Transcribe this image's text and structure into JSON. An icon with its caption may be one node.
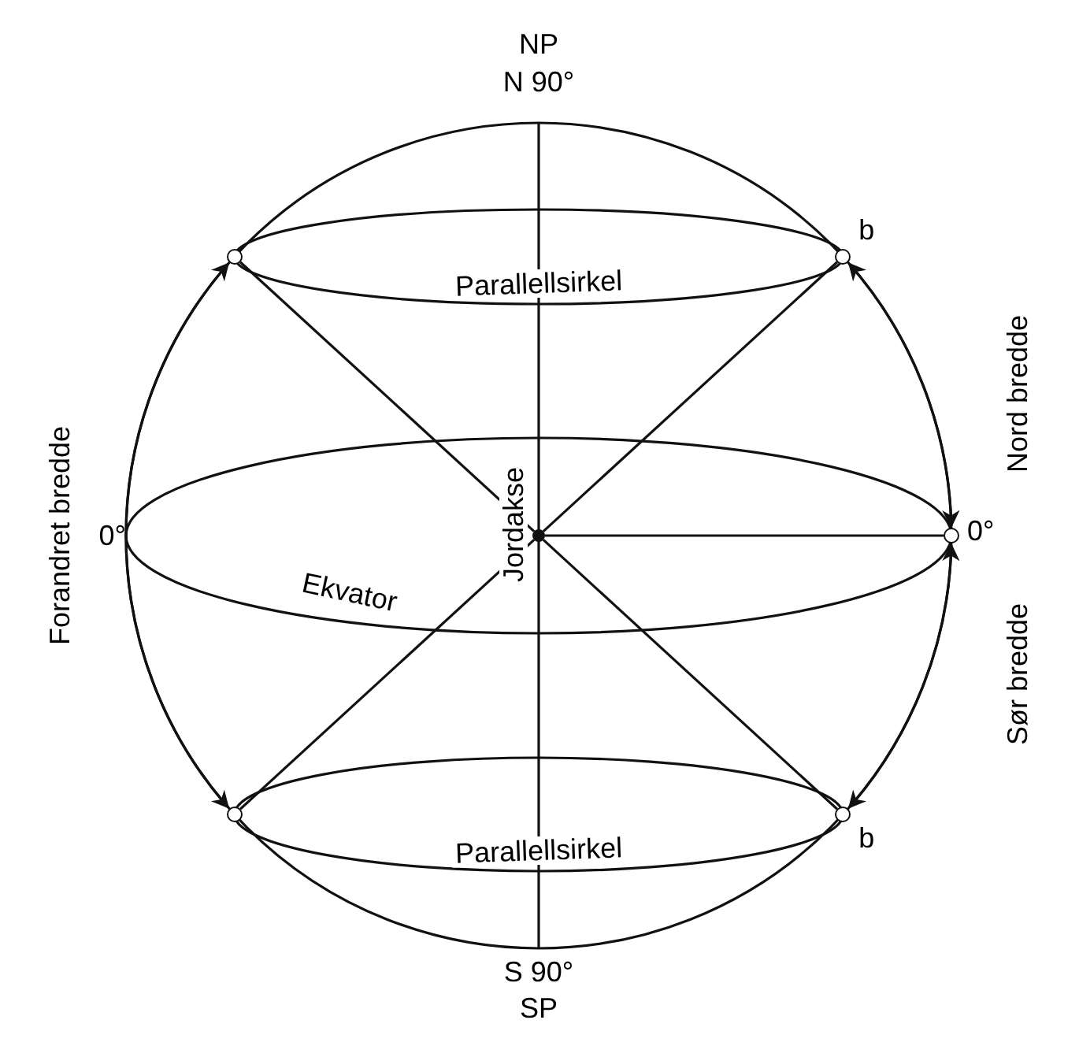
{
  "diagram": {
    "nodes": [
      {
        "text": [],
        "shape": "circle"
      },
      {
        "text": [],
        "shape": "circle",
        "beside": [
          "b"
        ]
      },
      {
        "text": [],
        "shape": "circle",
        "beside": [
          "0°"
        ]
      },
      {
        "text": [],
        "shape": "circle"
      },
      {
        "text": [],
        "shape": "circle",
        "beside": [
          "b"
        ]
      },
      {
        "text": [],
        "shape": "circle"
      },
      {
        "text": [
          "0°"
        ]
      }
    ],
    "edges": [
      {
        "from": 6,
        "to": 0,
        "arrow": "to"
      },
      {
        "from": 6,
        "to": 3,
        "arrow": "to"
      },
      {
        "from": 1,
        "to": 2,
        "arrow": "both"
      },
      {
        "from": 2,
        "to": 4,
        "arrow": "both"
      },
      {
        "from": 0,
        "to": 5,
        "arrow": "none"
      },
      {
        "from": 1,
        "to": 5,
        "arrow": "none"
      },
      {
        "from": 5,
        "to": 2,
        "arrow": "none"
      },
      {
        "from": 5,
        "to": 3,
        "arrow": "none"
      },
      {
        "from": 5,
        "to": 4,
        "arrow": "none"
      }
    ],
    "labels": [
      "NP",
      "N 90°",
      "Parallellsirkel",
      "Forandret bredde",
      "Nord bredde",
      "Jordakse",
      "Ekvator",
      "Sør bredde",
      "Parallellsirkel",
      "S 90°",
      "SP"
    ]
  }
}
